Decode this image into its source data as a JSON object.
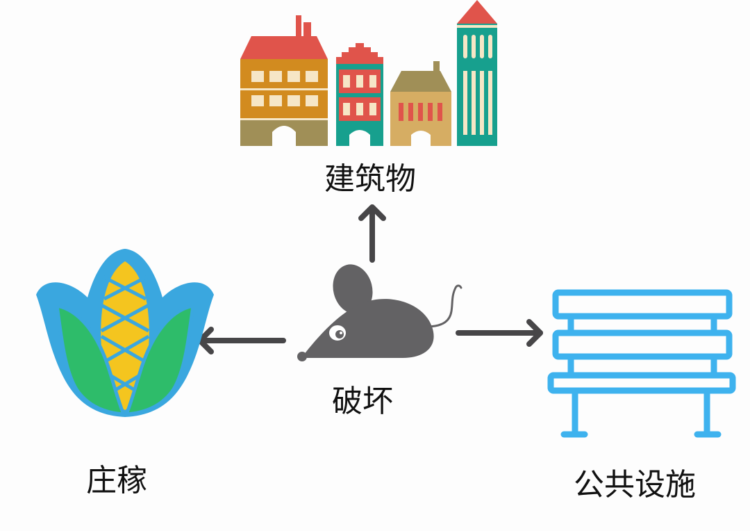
{
  "labels": {
    "buildings": "建筑物",
    "damage": "破坏",
    "crops": "庄稼",
    "public_facilities": "公共设施"
  },
  "icons": {
    "center": "mouse-icon",
    "top": "buildings-icon",
    "left": "corn-icon",
    "right": "bench-icon"
  },
  "colors": {
    "mouse": "#636264",
    "arrow": "#474648",
    "roof_red": "#e0544b",
    "building_orange": "#d28b1f",
    "building_olive": "#a08f57",
    "building_teal": "#17a08e",
    "building_tan": "#d6ad63",
    "window_cream": "#f6e6c6",
    "corn_blue": "#3aa7df",
    "corn_green": "#2ebc6a",
    "corn_yellow": "#f4c51f",
    "bench_blue": "#3eb2ee"
  }
}
